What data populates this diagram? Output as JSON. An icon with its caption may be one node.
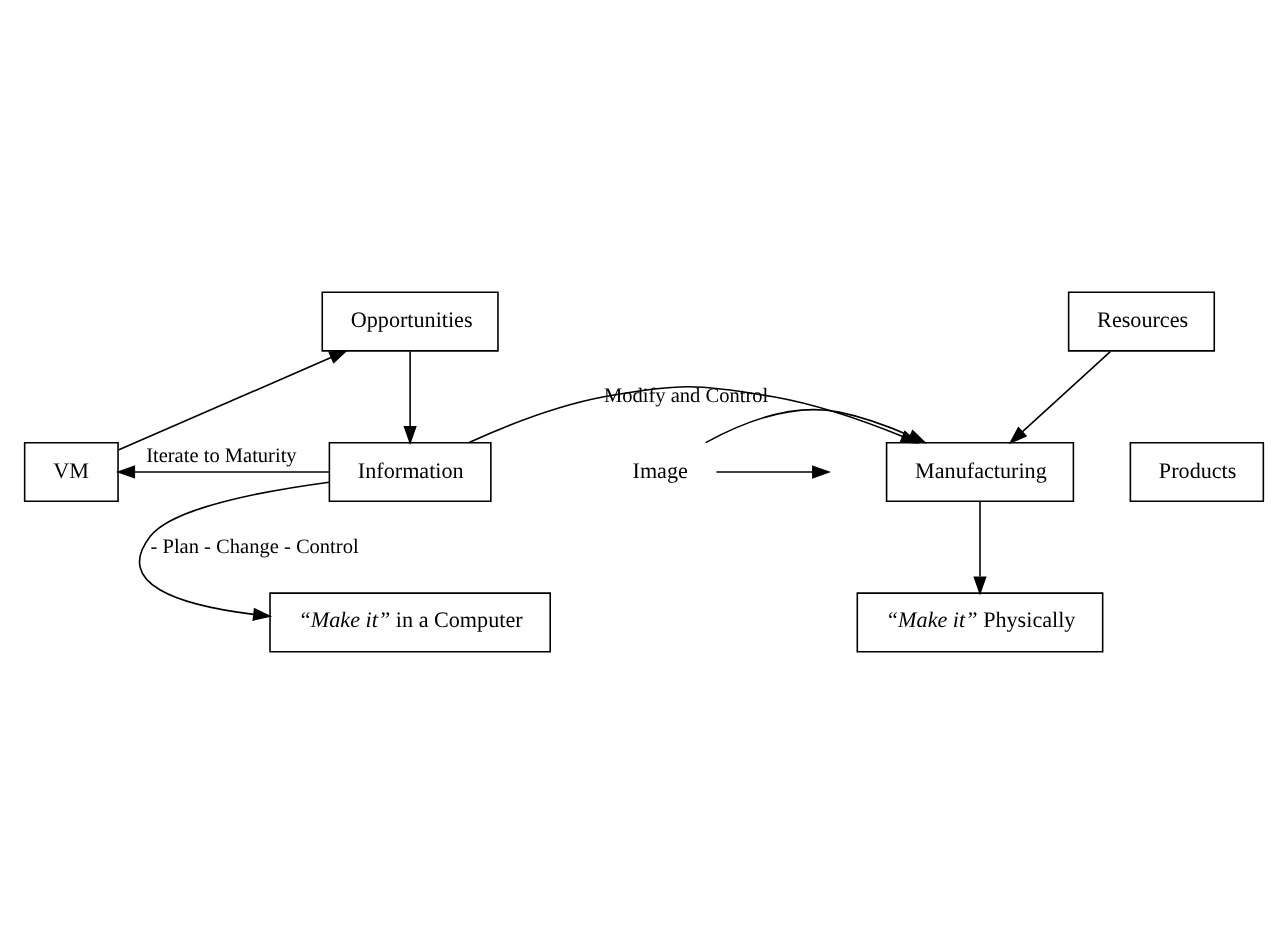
{
  "diagram": {
    "nodes": [
      {
        "text": [
          "Opportunities"
        ]
      },
      {
        "text": [
          "Resources"
        ]
      },
      {
        "text": [
          "VM"
        ]
      },
      {
        "text": [
          "Information"
        ]
      },
      {
        "text": [
          "Image"
        ]
      },
      {
        "text": [
          "Manufacturing"
        ]
      },
      {
        "text": [
          "Products"
        ]
      },
      {
        "text": [
          "*“Make it”* in a Computer"
        ]
      },
      {
        "text": [
          "*“Make it”* Physically"
        ]
      }
    ],
    "edges": [
      {
        "from": 2,
        "to": 0,
        "arrow": "to"
      },
      {
        "from": 0,
        "to": 3,
        "arrow": "to"
      },
      {
        "from": 1,
        "to": 5,
        "arrow": "to"
      },
      {
        "from": 4,
        "to": null,
        "arrow": "to"
      },
      {
        "from": 4,
        "to": 5,
        "arrow": "to"
      },
      {
        "from": 3,
        "to": 7,
        "arrow": "to",
        "label": "- Plan - Change - Control"
      },
      {
        "from": 3,
        "to": 2,
        "arrow": "to",
        "label": "Iterate to Maturity"
      },
      {
        "from": 3,
        "to": 5,
        "arrow": "to",
        "label": "Modify and Control"
      },
      {
        "from": 5,
        "to": 8,
        "arrow": "to"
      }
    ]
  }
}
